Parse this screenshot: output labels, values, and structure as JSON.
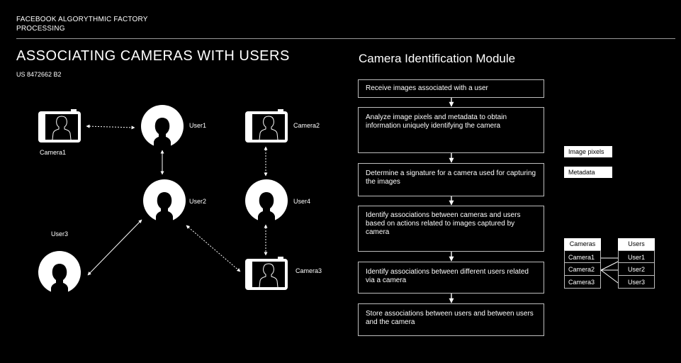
{
  "header": {
    "brand_line1": "FACEBOOK ALGORYTHMIC FACTORY",
    "brand_line2": "PROCESSING",
    "title": "ASSOCIATING CAMERAS WITH USERS",
    "patent": "US 8472662 B2"
  },
  "graph": {
    "nodes": {
      "camera1": "Camera1",
      "camera2": "Camera2",
      "camera3": "Camera3",
      "user1": "User1",
      "user2": "User2",
      "user3": "User3",
      "user4": "User4"
    }
  },
  "module": {
    "title": "Camera Identification Module",
    "steps": [
      "Receive images associated with a user",
      "Analyze image pixels and metadata to obtain information uniquely identifying the camera",
      "Determine a signature for a camera used for capturing the images",
      "Identify associations between cameras and users based on actions related to images captured by camera",
      "Identify associations between different users related via a camera",
      "Store associations between users and between users and the camera"
    ],
    "tags": [
      "Image pixels",
      "Metadata"
    ]
  },
  "mapping": {
    "cameras_header": "Cameras",
    "users_header": "Users",
    "cameras": [
      "Camera1",
      "Camera2",
      "Camera3"
    ],
    "users": [
      "User1",
      "User2",
      "User3"
    ]
  },
  "icons": {
    "camera": "camera-icon",
    "user": "user-silhouette-icon"
  }
}
